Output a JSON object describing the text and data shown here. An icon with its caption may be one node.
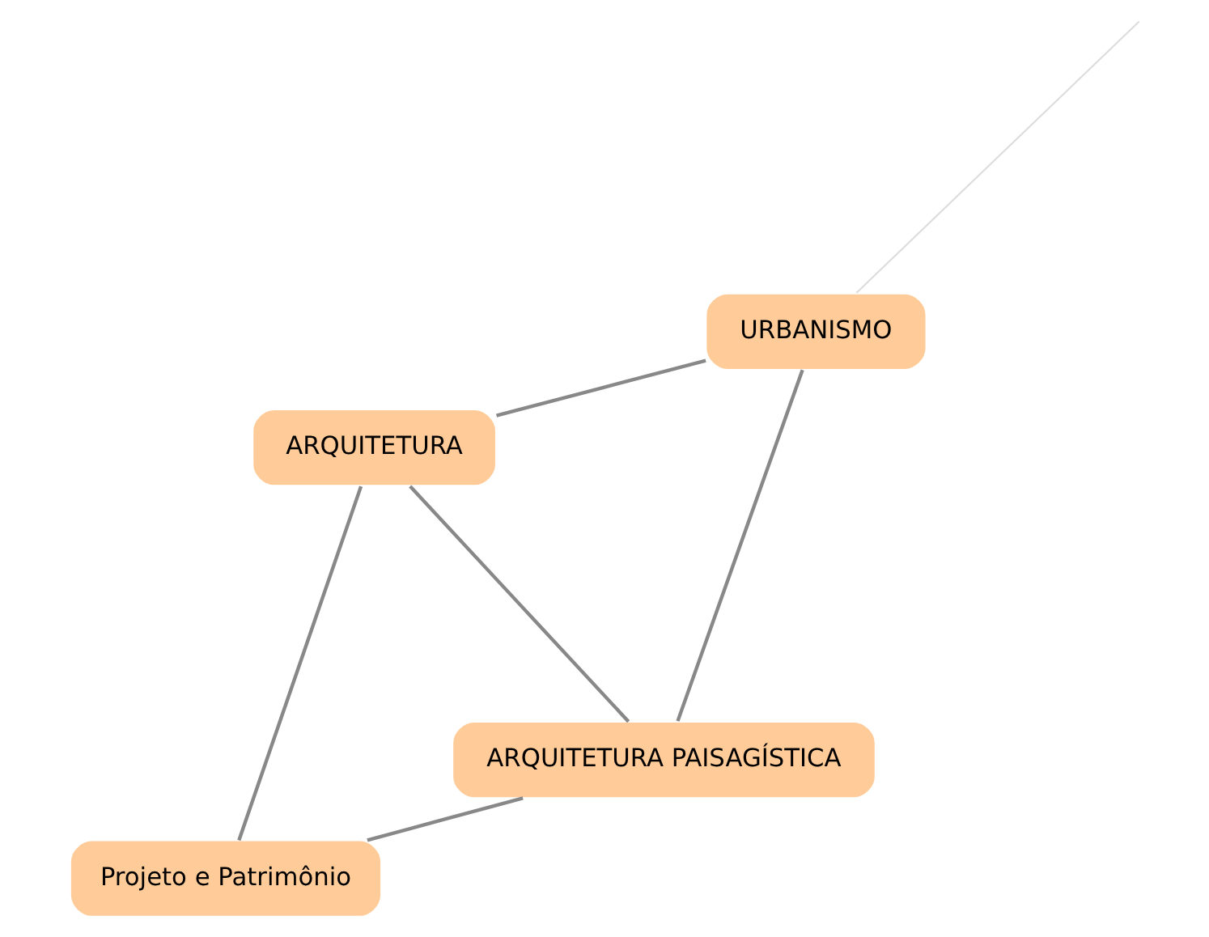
{
  "diagram": {
    "nodes": [
      {
        "text": [
          "ARQUITETURA PAISAGÍSTICA"
        ]
      },
      {
        "text": [
          "URBANISMO"
        ]
      },
      {
        "text": [
          "Projeto e Patrimônio"
        ]
      },
      {
        "text": [
          "ARQUITETURA"
        ]
      }
    ],
    "edges": [
      {
        "from": 1,
        "to": null,
        "arrow": "none",
        "color": "#dddddd"
      },
      {
        "from": 0,
        "to": 1,
        "arrow": "none"
      },
      {
        "from": 0,
        "to": 2,
        "arrow": "none"
      },
      {
        "from": 0,
        "to": 3,
        "arrow": "none"
      },
      {
        "from": 1,
        "to": 3,
        "arrow": "none"
      },
      {
        "from": 2,
        "to": 3,
        "arrow": "none"
      }
    ]
  }
}
